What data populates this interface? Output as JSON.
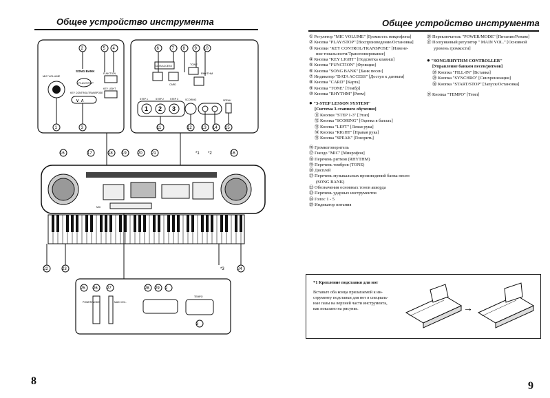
{
  "left_page": {
    "title": "Общее устройство инструмента",
    "page_number": "8",
    "markers": {
      "m1": "1",
      "m2": "2",
      "m3": "3",
      "m4": "4",
      "m5": "5",
      "m6": "6",
      "m7": "7",
      "m8": "8",
      "m9": "9",
      "m10": "10",
      "m11": "11",
      "m12": "12",
      "m13": "13",
      "m14": "14",
      "m15": "15",
      "m16": "16",
      "m17": "17",
      "m18": "18",
      "m19": "19",
      "m20": "20",
      "m21": "21",
      "m22": "22",
      "m23": "23",
      "m24": "24",
      "m25": "25",
      "m26": "26",
      "m27": "27",
      "m28": "28",
      "m29": "29"
    },
    "panel_labels": {
      "mic_volume": "MIC VOLUME",
      "song_bank": "SONG BANK",
      "play_stop": "PLAY/STOP",
      "key_control": "KEY CONTROL/TRANSPOSE",
      "function": "FUNCTION",
      "key_light": "KEY LIGHT",
      "data_access": "DATA ACCESS",
      "card": "CARD",
      "tone": "TONE",
      "rhythm": "RHYTHM",
      "step1": "STEP 1",
      "step2": "STEP 2",
      "step3": "STEP 3",
      "scoring": "SCORING",
      "speak": "SPEAK",
      "tempo": "TEMPO",
      "power_mode": "POWER/MODE",
      "main_vol": "MAIN VOL.",
      "mic": "MIC"
    },
    "star_labels": {
      "s1": "*1",
      "s2": "*2",
      "s3": "*3"
    }
  },
  "right_page": {
    "title": "Общее устройство инструмента",
    "page_number": "9",
    "list_col1": [
      "① Регулятор \"MIC VOLUME\" [Громкость микрофона]",
      "② Кнопка \"PLAY/STOP\" [Воспроизведение/Остановка]",
      "③ Кнопки \"KEY CONTROL/TRANSPOSE\" [Измене-",
      "ние тональности/Транспонирование]",
      "④ Кнопка \"KEY LIGHT\" [Подсветка клавиш]",
      "⑤ Кнопка \"FUNCTION\" [Функция]",
      "⑥ Кнопка \"SONG BANK\" [Банк песен]",
      "⑦ Индикатор \"DATA ACCESS\" [Доступ к данным]",
      "⑧ Кнопка \"CARD\" [Карта]",
      "⑨ Кнопка \"TONE\" [Тембр]",
      "⑩ Кнопка \"RHYTHM\" [Ритм]"
    ],
    "lesson_header": "\"3-STEP LESSON SYSTEM\"",
    "lesson_subheader": "[Система 3-этапного обучения]",
    "lesson_items": [
      "⑪ Кнопки \"STEP 1-3\" [Этап]",
      "⑫ Кнопка \"SCORING\" [Оценка в баллах]",
      "⑬ Кнопка \"LEFT\" [Левая рука]",
      "⑭ Кнопка \"RIGHT\" [Правая рука]",
      "⑮ Кнопка \"SPEAK\" [Говорить]"
    ],
    "list_col1b": [
      "⑯ Громкоговоритель",
      "⑰ Гнездо \"MIC\" [Микрофон]",
      "⑱ Перечень ритмов (RHYTHM)",
      "⑲ Перечень тембров (TONE)",
      "⑳ Дисплей",
      "㉑ Перечень музыкальных произведений банка песен",
      "(SONG BANK)",
      "㉒ Обозначения основных тонов аккорда",
      "㉓ Перечень ударных инструментов",
      "㉔ Голос 1 - 5",
      "㉕ Индикатор питания"
    ],
    "list_col2": [
      "㉖ Переключатель \"POWER/MODE\" [Питание/Режим]",
      "㉗ Ползунковый регулятор \" MAIN VOL.\" [Основной",
      "уровень громкости]"
    ],
    "song_header": "\"SONG/RHYTHM CONTROLLER\"",
    "song_subheader": "[Управление банком песен/ритмов]",
    "song_items": [
      "㉘ Кнопка \"FILL-IN\" [Вставка]",
      "㉙ Кнопка \"SYNCHRO\" [Синхронизация]",
      "㉚ Кнопка \"START/STOP\" [Запуск/Остановка]"
    ],
    "tempo_item": "㉛ Кнопка \"TEMPO\" [Темп]",
    "note": {
      "title": "*1 Крепление подставки для нот",
      "lines": [
        "Вставьте оба конца прилагаемой к ин-",
        "струменту подставки для нот в специаль-",
        "ные пазы на верхней части инструмента,",
        "как показано на рисунке."
      ],
      "arrow": "→"
    }
  }
}
